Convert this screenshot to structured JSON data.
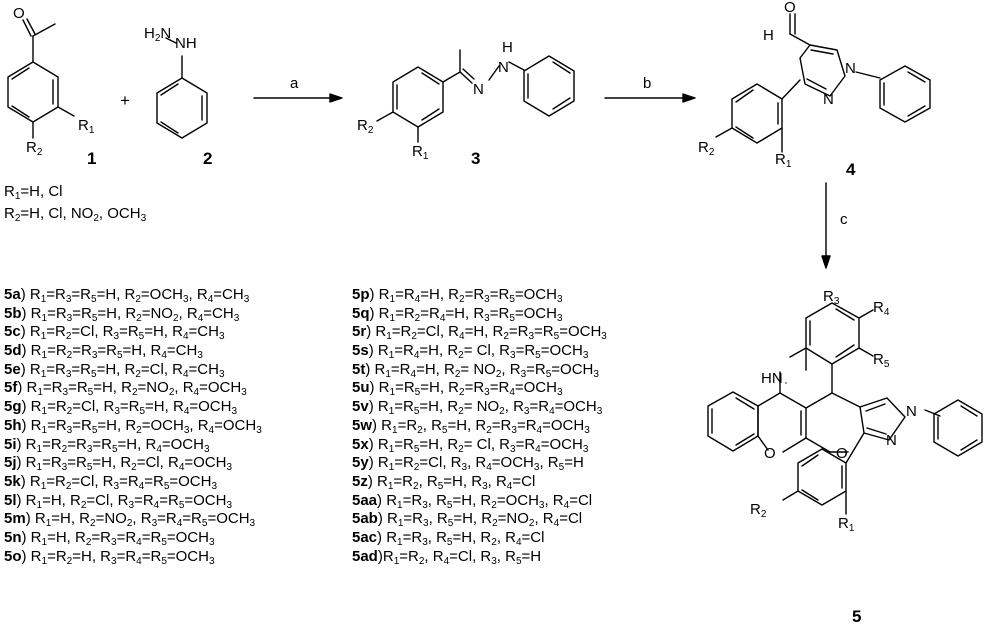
{
  "compounds": {
    "c1": "1",
    "c2": "2",
    "c3": "3",
    "c4": "4",
    "c5": "5"
  },
  "steps": {
    "a": "a",
    "b": "b",
    "c": "c"
  },
  "atoms": {
    "O": "O",
    "H": "H",
    "N": "N",
    "NH": "NH",
    "HN": "HN",
    "H2N": "H2N"
  },
  "substituents": {
    "R1_def": "R1=H, Cl",
    "R2_def": "R2=H, Cl, NO2, OCH3"
  },
  "list_left": [
    {
      "id": "5a",
      "text": "R1=R3=R5=H, R2=OCH3, R4=CH3"
    },
    {
      "id": "5b",
      "text": "R1=R3=R5=H, R2=NO2, R4=CH3"
    },
    {
      "id": "5c",
      "text": "R1=R2=Cl, R3=R5=H, R4=CH3"
    },
    {
      "id": "5d",
      "text": "R1=R2=R3=R5=H, R4=CH3"
    },
    {
      "id": "5e",
      "text": "R1=R3=R5=H, R2=Cl, R4=CH3"
    },
    {
      "id": "5f",
      "text": "R1=R3=R5=H, R2=NO2, R4=OCH3"
    },
    {
      "id": "5g",
      "text": "R1=R2=Cl, R3=R5=H, R4=OCH3"
    },
    {
      "id": "5h",
      "text": "R1=R3=R5=H, R2=OCH3, R4=OCH3"
    },
    {
      "id": "5i",
      "text": "R1=R2=R3=R5=H, R4=OCH3"
    },
    {
      "id": "5j",
      "text": "R1=R3=R5=H, R2=Cl, R4=OCH3"
    },
    {
      "id": "5k",
      "text": "R1=R2=Cl, R3=R4=R5=OCH3"
    },
    {
      "id": "5l",
      "text": "R1=H, R2=Cl, R3=R4=R5=OCH3"
    },
    {
      "id": "5m",
      "text": "R1=H, R2=NO2, R3=R4=R5=OCH3"
    },
    {
      "id": "5n",
      "text": "R1=H, R2=R3=R4=R5=OCH3"
    },
    {
      "id": "5o",
      "text": "R1=R2=H, R3=R4=R5=OCH3"
    }
  ],
  "list_right": [
    {
      "id": "5p",
      "text": "R1=R4=H, R2=R3=R5=OCH3"
    },
    {
      "id": "5q",
      "text": "R1=R2=R4=H, R3=R5=OCH3"
    },
    {
      "id": "5r",
      "text": "R1=R2=Cl, R4=H, R2=R3=R5=OCH3"
    },
    {
      "id": "5s",
      "text": "R1=R4=H, R2= Cl, R3=R5=OCH3"
    },
    {
      "id": "5t",
      "text": "R1=R4=H, R2= NO2, R3=R5=OCH3"
    },
    {
      "id": "5u",
      "text": "R1=R5=H, R2=R3=R4=OCH3"
    },
    {
      "id": "5v",
      "text": "R1=R5=H, R2= NO2, R3=R4=OCH3"
    },
    {
      "id": "5w",
      "text": "R1=R2, R5=H, R2=R3=R4=OCH3"
    },
    {
      "id": "5x",
      "text": "R1=R5=H, R2= Cl, R3=R4=OCH3"
    },
    {
      "id": "5y",
      "text": "R1=R2=Cl, R3, R4=OCH3, R5=H"
    },
    {
      "id": "5z",
      "text": "R1=R2, R5=H, R3, R4=Cl"
    },
    {
      "id": "5aa",
      "text": "R1=R3, R5=H, R2=OCH3, R4=Cl"
    },
    {
      "id": "5ab",
      "text": "R1=R3, R5=H, R2=NO2, R4=Cl"
    },
    {
      "id": "5ac",
      "text": "R1=R3, R5=H, R2, R4=Cl"
    },
    {
      "id": "5ad",
      "text": "R1=R2, R4=Cl, R3, R5=H",
      "tight": true
    }
  ]
}
